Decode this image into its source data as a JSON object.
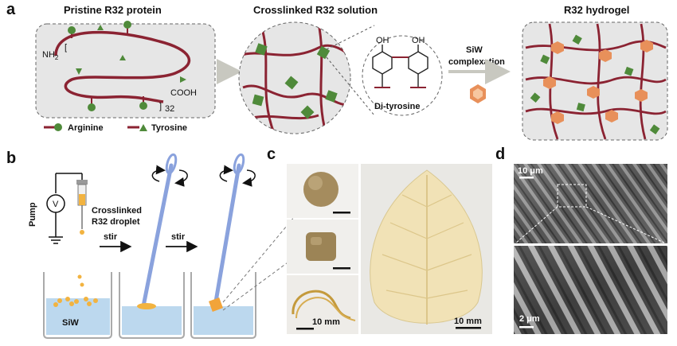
{
  "panels": {
    "a": {
      "letter": "a",
      "pristine_title": "Pristine R32 protein",
      "nh2_label": "NH",
      "nh2_sub": "2",
      "cooh_label": "COOH",
      "repeat_sub": "32",
      "legend": {
        "arginine": "Arginine",
        "tyrosine": "Tyrosine"
      },
      "crosslinked_title": "Crosslinked R32 solution",
      "oh_label": "OH",
      "dityrosine_label": "Di-tyrosine",
      "siw_line1": "SiW",
      "siw_line2": "complexation",
      "hydrogel_title": "R32 hydrogel"
    },
    "b": {
      "letter": "b",
      "pump_label": "Pump",
      "voltmeter_symbol": "V",
      "droplet_line1": "Crosslinked",
      "droplet_line2": "R32 droplet",
      "stir1": "stir",
      "stir2": "stir",
      "beaker_label": "SiW"
    },
    "c": {
      "letter": "c",
      "scale_small": "10 mm",
      "scale_leaf": "10 mm"
    },
    "d": {
      "letter": "d",
      "scale_top": "10 μm",
      "scale_bottom": "2 μm"
    }
  },
  "colors": {
    "protein": "#8b2332",
    "arginine": "#4f8a3a",
    "tyrosine": "#4f8a3a",
    "siw_cluster": "#e8905a",
    "box_fill": "#e6e6e6",
    "arrow": "#c8c8c0",
    "needle": "#8aa2dd",
    "solution": "#bcd8ee"
  }
}
